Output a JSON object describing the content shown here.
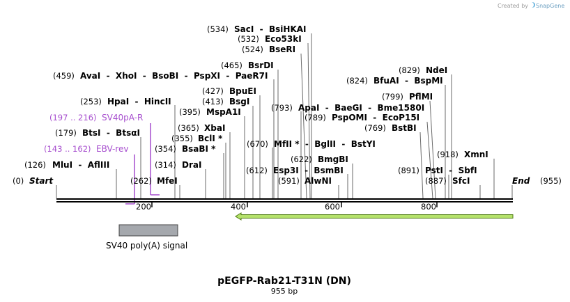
{
  "credit": {
    "text": "Created by",
    "brand": "SnapGene",
    "logo_icon": "snapgene-logo-icon"
  },
  "map": {
    "title": "pEGFP-Rab21-T31N (DN)",
    "length_label": "955 bp",
    "start": {
      "pos": "(0)",
      "label": "Start"
    },
    "end": {
      "pos": "(955)",
      "label": "End"
    },
    "ticks": [
      "200",
      "400",
      "600",
      "800"
    ]
  },
  "sites": [
    {
      "pos": "(126)",
      "enzymes": "MluI - AflIII"
    },
    {
      "pos": "(179)",
      "enzymes": "BtsI - BtsαI"
    },
    {
      "pos": "(253)",
      "enzymes": "HpaI - HincII"
    },
    {
      "pos": "(262)",
      "enzymes": "MfeI"
    },
    {
      "pos": "(314)",
      "enzymes": "DraI"
    },
    {
      "pos": "(354)",
      "enzymes": "BsaBI *"
    },
    {
      "pos": "(355)",
      "enzymes": "BclI *"
    },
    {
      "pos": "(365)",
      "enzymes": "XbaI"
    },
    {
      "pos": "(395)",
      "enzymes": "MspA1I"
    },
    {
      "pos": "(413)",
      "enzymes": "BsgI"
    },
    {
      "pos": "(427)",
      "enzymes": "BpuEI"
    },
    {
      "pos": "(459)",
      "enzymes": "AvaI - XhoI - BsoBI - PspXI - PaeR7I"
    },
    {
      "pos": "(465)",
      "enzymes": "BsrDI"
    },
    {
      "pos": "(524)",
      "enzymes": "BseRI"
    },
    {
      "pos": "(532)",
      "enzymes": "Eco53kI"
    },
    {
      "pos": "(534)",
      "enzymes": "SacI - BsiHKAI"
    },
    {
      "pos": "(591)",
      "enzymes": "AlwNI"
    },
    {
      "pos": "(612)",
      "enzymes": "Esp3I - BsmBI"
    },
    {
      "pos": "(622)",
      "enzymes": "BmgBI"
    },
    {
      "pos": "(670)",
      "enzymes": "MfII * - BglII - BstYI"
    },
    {
      "pos": "(769)",
      "enzymes": "BstBI"
    },
    {
      "pos": "(789)",
      "enzymes": "PspOMI - EcoP15I"
    },
    {
      "pos": "(793)",
      "enzymes": "ApaI - BaeGI - Bme1580I"
    },
    {
      "pos": "(799)",
      "enzymes": "PflMI"
    },
    {
      "pos": "(824)",
      "enzymes": "BfuAI - BspMI"
    },
    {
      "pos": "(829)",
      "enzymes": "NdeI"
    },
    {
      "pos": "(887)",
      "enzymes": "SfcI"
    },
    {
      "pos": "(891)",
      "enzymes": "PstI - SbfI"
    },
    {
      "pos": "(918)",
      "enzymes": "XmnI"
    }
  ],
  "primers": [
    {
      "range": "(197 .. 216)",
      "name": "SV40pA-R"
    },
    {
      "range": "(143 .. 162)",
      "name": "EBV-rev"
    }
  ],
  "features": [
    {
      "name": "SV40 poly(A) signal",
      "color": "#a5a8ad"
    }
  ],
  "colors": {
    "primer": "#a64dce",
    "feature_box": "#a5a8ad",
    "arrow_fill": "#b5e26b",
    "arrow_stroke": "#4d7a10"
  }
}
